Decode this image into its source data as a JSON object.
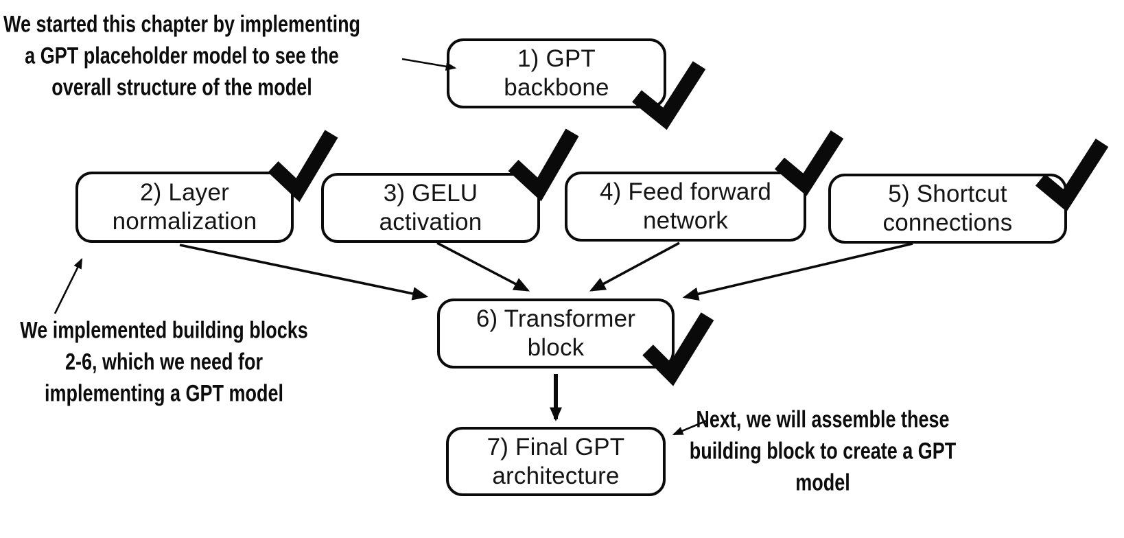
{
  "colors": {
    "ink": "#0a0a0a",
    "background": "#ffffff"
  },
  "icons": {
    "checkmark": "✓"
  },
  "diagram": {
    "nodes": [
      {
        "id": "gpt-backbone",
        "label": "1) GPT\nbackbone",
        "checked": true
      },
      {
        "id": "layer-normalization",
        "label": "2) Layer\nnormalization",
        "checked": true
      },
      {
        "id": "gelu-activation",
        "label": "3) GELU\nactivation",
        "checked": true
      },
      {
        "id": "feed-forward-network",
        "label": "4) Feed forward\nnetwork",
        "checked": true
      },
      {
        "id": "shortcut-connections",
        "label": "5) Shortcut\nconnections",
        "checked": true
      },
      {
        "id": "transformer-block",
        "label": "6) Transformer\nblock",
        "checked": true
      },
      {
        "id": "final-gpt-architecture",
        "label": "7) Final GPT\narchitecture",
        "checked": false
      }
    ],
    "edges": [
      {
        "from": "layer-normalization",
        "to": "transformer-block"
      },
      {
        "from": "gelu-activation",
        "to": "transformer-block"
      },
      {
        "from": "feed-forward-network",
        "to": "transformer-block"
      },
      {
        "from": "shortcut-connections",
        "to": "transformer-block"
      },
      {
        "from": "transformer-block",
        "to": "final-gpt-architecture"
      }
    ],
    "annotations": [
      {
        "text": "We started this chapter by implementing\na GPT placeholder model to see the\noverall structure of the model",
        "points_to": "gpt-backbone"
      },
      {
        "text": "We implemented building blocks\n2-6, which we need for\nimplementing a GPT model",
        "points_to": "layer-normalization"
      },
      {
        "text": "Next, we will assemble these\nbuilding block to create a GPT\nmodel",
        "points_to": "final-gpt-architecture"
      }
    ]
  }
}
